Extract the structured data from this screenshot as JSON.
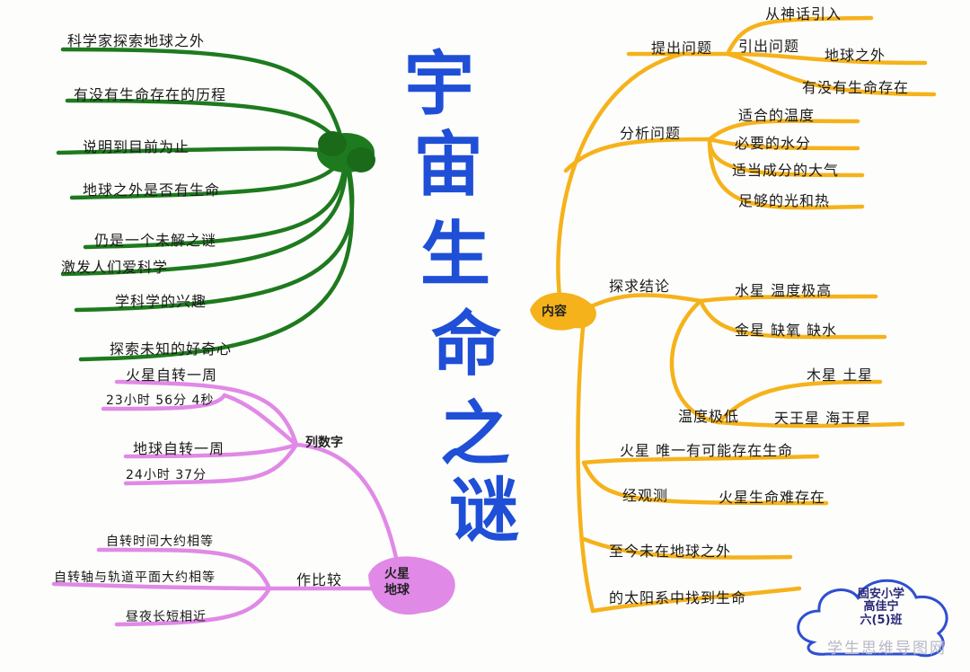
{
  "title": [
    "宇",
    "宙",
    "生",
    "命",
    "之",
    "谜"
  ],
  "center_nodes": {
    "green": "",
    "orange": "内容",
    "pink": "列数字",
    "compare_node": "火星\n地球"
  },
  "green_branch": [
    "科学家探索地球之外",
    "有没有生命存在的历程",
    "说明到目前为止",
    "地球之外是否有生命",
    "仍是一个未解之谜",
    "激发人们爱科学",
    "学科学的兴趣",
    "探索未知的好奇心"
  ],
  "orange_branch": {
    "raise_question": "提出问题",
    "lead_question": "引出问题",
    "lead_items": [
      "从神话引入",
      "地球之外",
      "有没有生命存在"
    ],
    "analyze": "分析问题",
    "analyze_items": [
      "适合的温度",
      "必要的水分",
      "适当成分的大气",
      "足够的光和热"
    ],
    "explore": "探求结论",
    "explore_items": [
      "水星 温度极高",
      "金星 缺氧 缺水"
    ],
    "low_temp": "温度极低",
    "low_temp_items": [
      "木星 土星",
      "天王星 海王星"
    ],
    "mars": "火星 唯一有可能存在生命",
    "observed": "经观测",
    "observed_result": "火星生命难存在",
    "conclusion_1": "至今未在地球之外",
    "conclusion_2": "的太阳系中找到生命"
  },
  "pink_branch": {
    "mars_rotation": "火星自转一周",
    "mars_time": "23小时 56分 4秒",
    "earth_rotation": "地球自转一周",
    "earth_time": "24小时 37分",
    "compare": "作比较",
    "compare_items": [
      "自转时间大约相等",
      "自转轴与轨道平面大约相等",
      "昼夜长短相近"
    ]
  },
  "stamp": [
    "固安小学",
    "高佳宁",
    "六(5)班"
  ],
  "watermark": "学生思维导图网",
  "colors": {
    "green": "#1e7a1e",
    "orange": "#f5b21b",
    "pink": "#e089e6",
    "title": "#1f4fd6"
  }
}
